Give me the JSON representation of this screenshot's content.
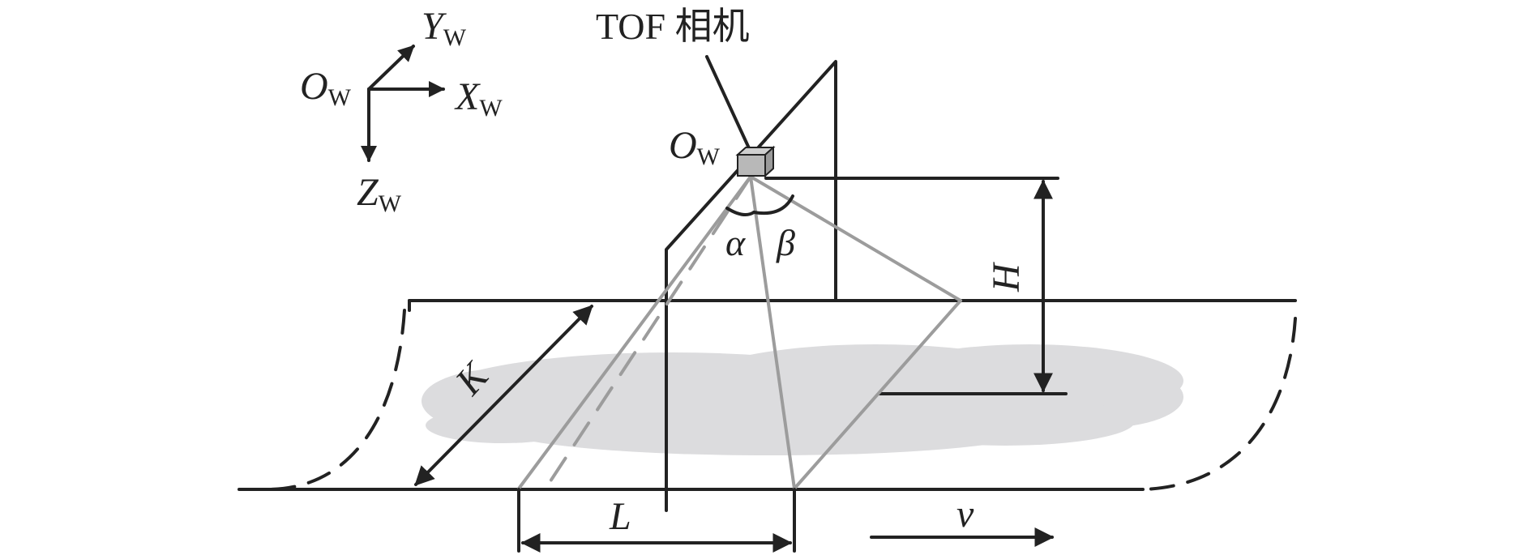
{
  "labels": {
    "camera": "TOF 相机",
    "origin_main": "O",
    "origin_main_sub": "W",
    "origin_camera": "O",
    "origin_camera_sub": "W",
    "axis_x": "X",
    "axis_x_sub": "W",
    "axis_y": "Y",
    "axis_y_sub": "W",
    "axis_z": "Z",
    "axis_z_sub": "W",
    "alpha": "α",
    "beta": "β",
    "height": "H",
    "width": "K",
    "length": "L",
    "velocity": "v"
  },
  "colors": {
    "line": "#222222",
    "fov": "#9c9c9c",
    "material": "#dcdcde",
    "camera_body": "#b8b8b8"
  }
}
